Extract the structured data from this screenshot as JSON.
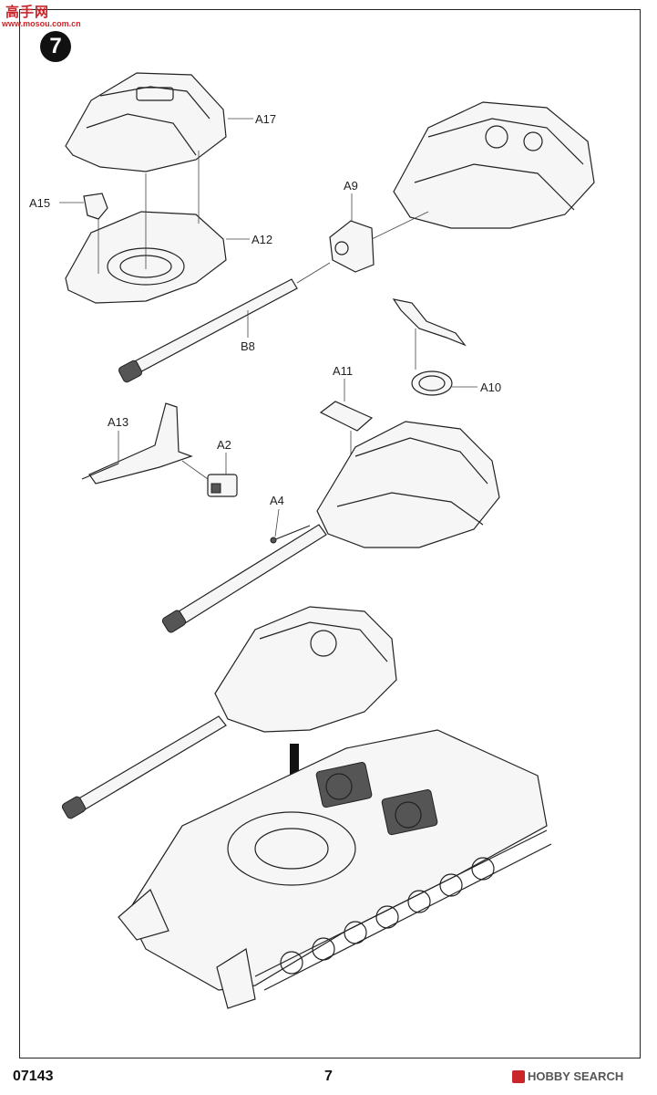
{
  "watermark": {
    "site_chars": "高手网",
    "site_url": "www.mosou.com.cn"
  },
  "step": {
    "number": "7"
  },
  "parts": {
    "a17": "A17",
    "a15": "A15",
    "a12": "A12",
    "a9": "A9",
    "b8": "B8",
    "a11": "A11",
    "a10": "A10",
    "a13": "A13",
    "a2": "A2",
    "a4": "A4"
  },
  "footer": {
    "product_code": "07143",
    "page_number": "7",
    "source_mark": "HOBBY SEARCH"
  }
}
